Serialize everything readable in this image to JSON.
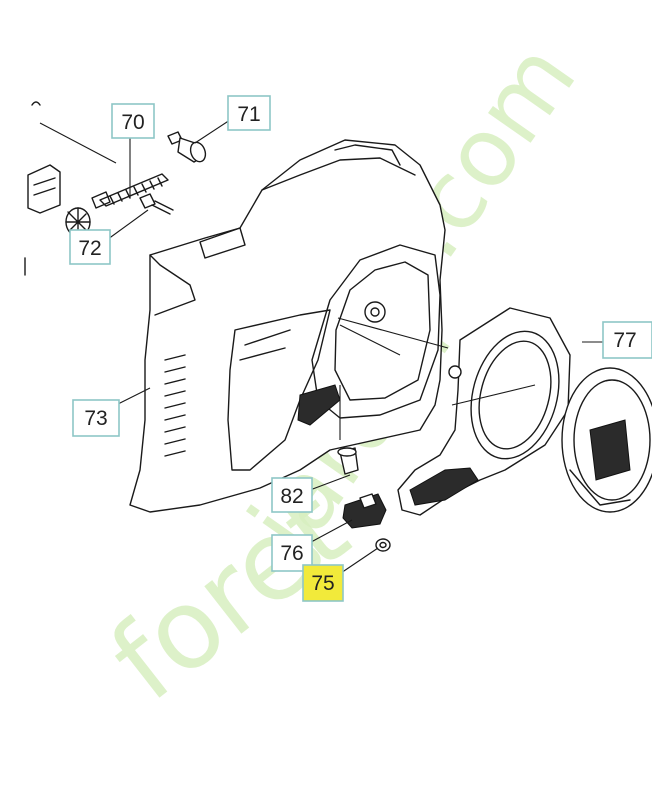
{
  "callouts": [
    {
      "id": "70",
      "text": "70",
      "highlight": false
    },
    {
      "id": "71",
      "text": "71",
      "highlight": false
    },
    {
      "id": "72",
      "text": "72",
      "highlight": false
    },
    {
      "id": "73",
      "text": "73",
      "highlight": false
    },
    {
      "id": "82",
      "text": "82",
      "highlight": false
    },
    {
      "id": "76",
      "text": "76",
      "highlight": false
    },
    {
      "id": "75",
      "text": "75",
      "highlight": true
    },
    {
      "id": "77",
      "text": "77",
      "highlight": false
    }
  ],
  "watermark": {
    "part1": "foret",
    "part2": "jardin",
    "part3": ".com"
  },
  "colors": {
    "highlight": "#f2ea3a",
    "callout_border": "#8ec6c6",
    "watermark": "#d8efc0"
  }
}
